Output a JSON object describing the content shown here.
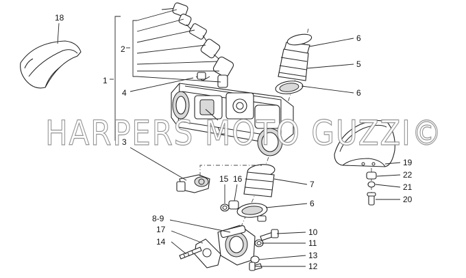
{
  "watermark": "HARPERS MOTO GUZZI©",
  "callouts": {
    "c1": "1",
    "c2": "2",
    "c3": "3",
    "c4": "4",
    "c5": "5",
    "c6a": "6",
    "c6b": "6",
    "c6c": "6",
    "c7": "7",
    "c89": "8-9",
    "c10": "10",
    "c11": "11",
    "c12": "12",
    "c13": "13",
    "c14": "14",
    "c15": "15",
    "c16": "16",
    "c17": "17",
    "c18": "18",
    "c19": "19",
    "c20": "20",
    "c21": "21",
    "c22": "22"
  },
  "colors": {
    "line": "#222222",
    "shade": "#d9d9d9",
    "watermark_outline": "#8a8a8a"
  }
}
